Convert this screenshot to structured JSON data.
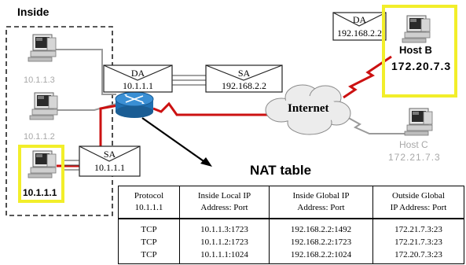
{
  "inside_label": "Inside",
  "inside_hosts": [
    "10.1.1.3",
    "10.1.1.2",
    "10.1.1.1"
  ],
  "router_packet": {
    "da_label": "DA",
    "da_value": "10.1.1.1",
    "sa_label": "SA",
    "sa_value": "192.168.2.2"
  },
  "host_b_packet": {
    "da_label": "DA",
    "da_value": "192.168.2.2"
  },
  "host_a_packet": {
    "sa_label": "SA",
    "sa_value": "10.1.1.1"
  },
  "cloud_label": "Internet",
  "host_b": {
    "name": "Host B",
    "ip": "172.20.7.3"
  },
  "host_c": {
    "name": "Host C",
    "ip": "172.21.7.3"
  },
  "nat_table": {
    "title": "NAT table",
    "headers": [
      [
        "Protocol",
        "10.1.1.1"
      ],
      [
        "Inside Local IP",
        "Address: Port"
      ],
      [
        "Inside Global IP",
        "Address: Port"
      ],
      [
        "Outside Global",
        "IP Address: Port"
      ]
    ],
    "rows": [
      [
        "TCP",
        "10.1.1.3:1723",
        "192.168.2.2:1492",
        "172.21.7.3:23"
      ],
      [
        "TCP",
        "10.1.1.2:1723",
        "192.168.2.2:1723",
        "172.21.7.3:23"
      ],
      [
        "TCP",
        "10.1.1.1:1024",
        "192.168.2.2:1024",
        "172.20.7.3:23"
      ]
    ]
  },
  "colors": {
    "link_red": "#cc1111",
    "highlight_yellow": "#f2ee2a",
    "link_gray": "#9a9a9a"
  }
}
